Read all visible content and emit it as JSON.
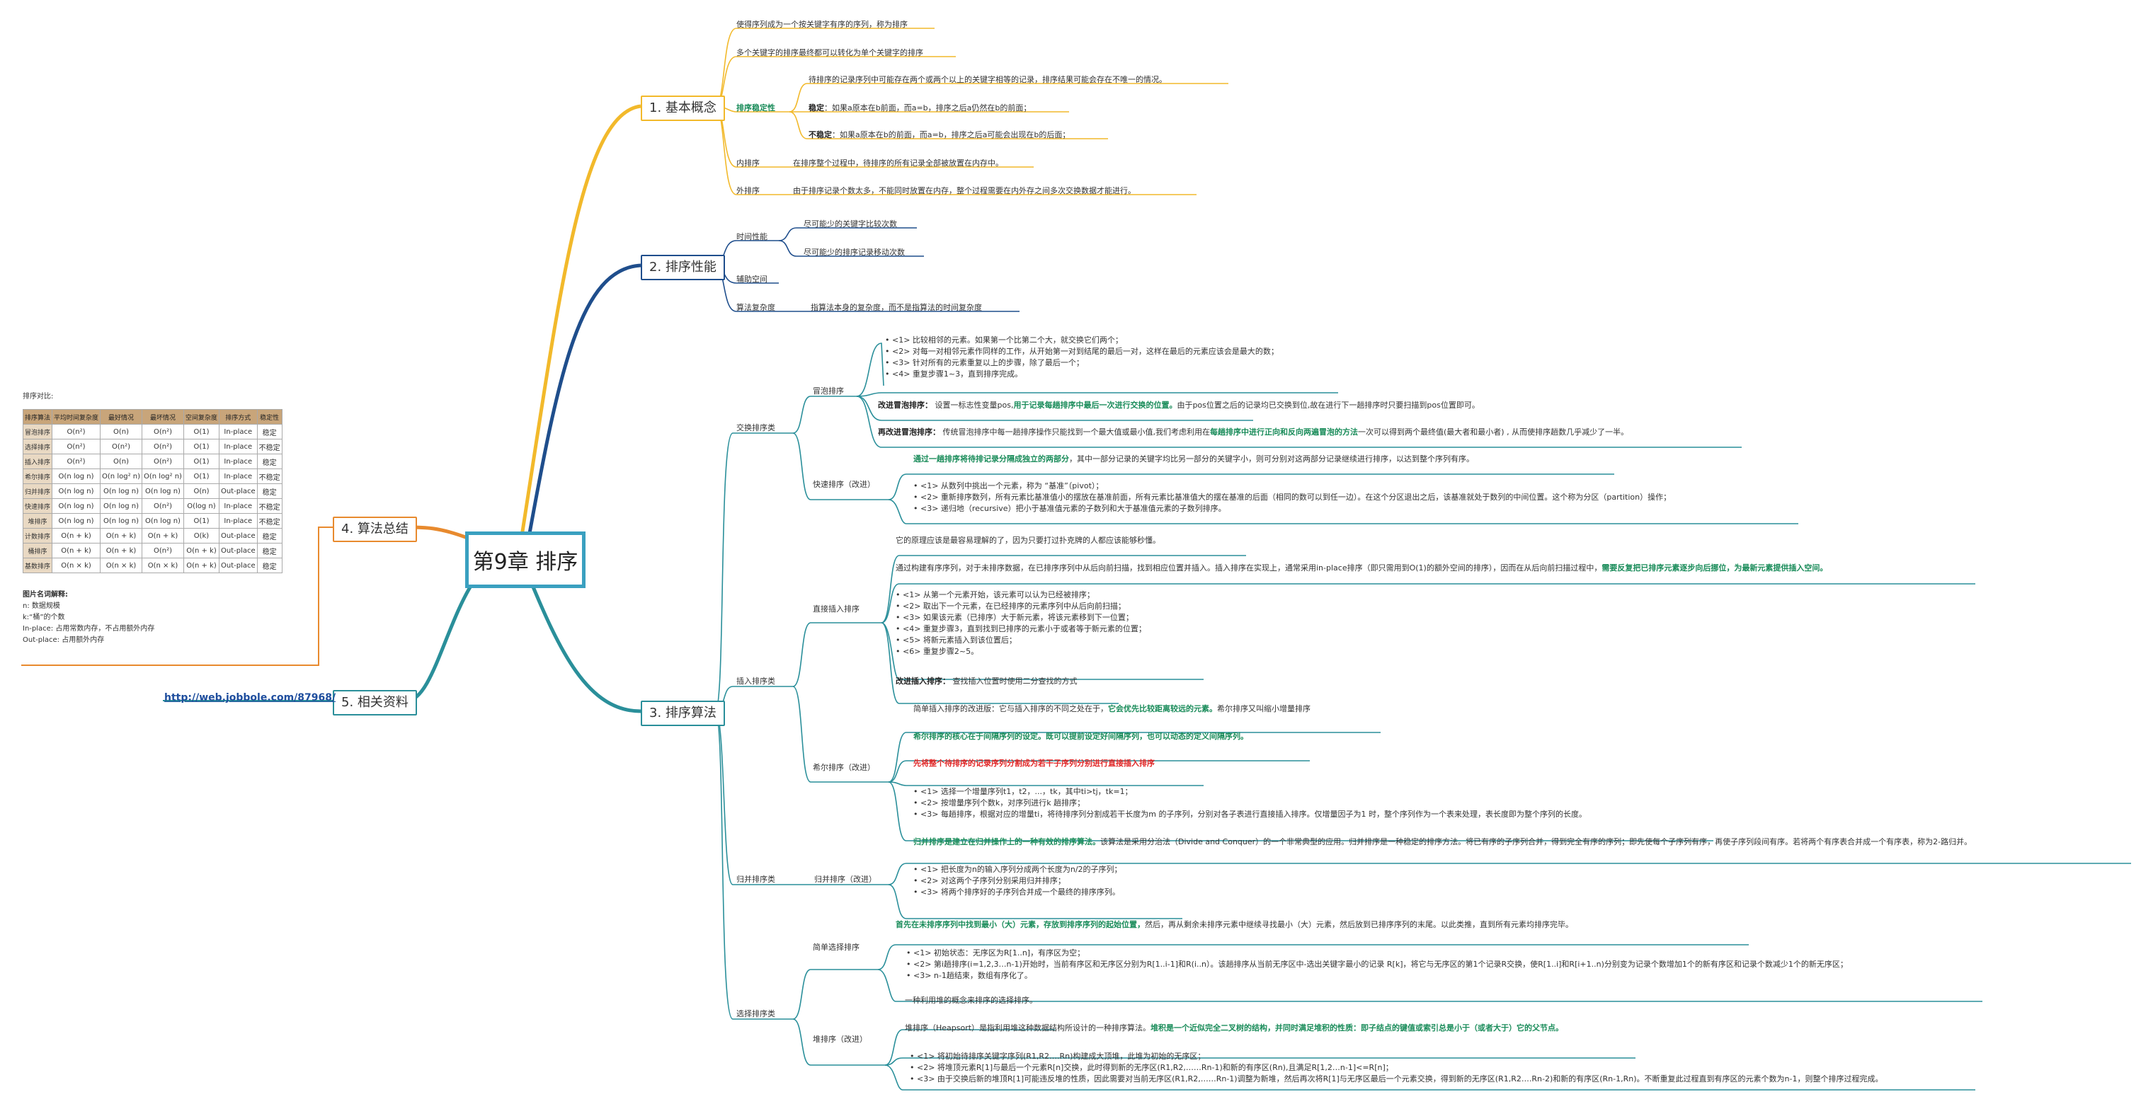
{
  "center": "第9章 排序",
  "branches": {
    "b1": "1. 基本概念",
    "b2": "2. 排序性能",
    "b3": "3. 排序算法",
    "b4": "4. 算法总结",
    "b5": "5. 相关资料"
  },
  "basic": {
    "def1": "使得序列成为一个按关键字有序的序列，称为排序",
    "def2": "多个关键字的排序最终都可以转化为单个关键字的排序",
    "stability_label": "排序稳定性",
    "stab1": "待排序的记录序列中可能存在两个或两个以上的关键字相等的记录，排序结果可能会存在不唯一的情况。",
    "stab2_b": "稳定",
    "stab2": "：如果a原本在b前面，而a=b，排序之后a仍然在b的前面；",
    "stab3_b": "不稳定",
    "stab3": "：如果a原本在b的前面，而a=b，排序之后a可能会出现在b的后面；",
    "internal_label": "内排序",
    "internal": "在排序整个过程中，待排序的所有记录全部被放置在内存中。",
    "external_label": "外排序",
    "external": "由于排序记录个数太多，不能同时放置在内存，整个过程需要在内外存之间多次交换数据才能进行。"
  },
  "perf": {
    "time_label": "时间性能",
    "time1": "尽可能少的关键字比较次数",
    "time2": "尽可能少的排序记录移动次数",
    "space_label": "辅助空间",
    "complex_label": "算法复杂度",
    "complex": "指算法本身的复杂度，而不是指算法的时间复杂度"
  },
  "algo": {
    "exchange_label": "交换排序类",
    "bubble_label": "冒泡排序",
    "bubble1": "• <1> 比较相邻的元素。如果第一个比第二个大，就交换它们两个；",
    "bubble2": "• <2> 对每一对相邻元素作同样的工作，从开始第一对到结尾的最后一对，这样在最后的元素应该会是最大的数；",
    "bubble3": "• <3> 针对所有的元素重复以上的步骤，除了最后一个；",
    "bubble4": "• <4> 重复步骤1~3，直到排序完成。",
    "bubble_imp1_b": "改进冒泡排序：",
    "bubble_imp1_a": "设置一标志性变量pos,",
    "bubble_imp1_g": "用于记录每趟排序中最后一次进行交换的位置。",
    "bubble_imp1_c": "由于pos位置之后的记录均已交换到位,故在进行下一趟排序时只要扫描到pos位置即可。",
    "bubble_imp2_b": "再改进冒泡排序：",
    "bubble_imp2_a": "传统冒泡排序中每一趟排序操作只能找到一个最大值或最小值,我们考虑利用在",
    "bubble_imp2_g": "每趟排序中进行正向和反向两遍冒泡的方法",
    "bubble_imp2_c": "一次可以得到两个最终值(最大者和最小者) , 从而使排序趟数几乎减少了一半。",
    "quick_label": "快速排序（改进）",
    "quick0_g": "通过一趟排序将待排记录分隔成独立的两部分",
    "quick0": "，其中一部分记录的关键字均比另一部分的关键字小，则可分别对这两部分记录继续进行排序，以达到整个序列有序。",
    "quick1": "• <1> 从数列中挑出一个元素，称为 “基准”（pivot）；",
    "quick2": "• <2> 重新排序数列，所有元素比基准值小的摆放在基准前面，所有元素比基准值大的摆在基准的后面（相同的数可以到任一边）。在这个分区退出之后，该基准就处于数列的中间位置。这个称为分区（partition）操作；",
    "quick3": "• <3> 递归地（recursive）把小于基准值元素的子数列和大于基准值元素的子数列排序。",
    "insert_label": "插入排序类",
    "direct_label": "直接插入排序",
    "direct0": "它的原理应该是最容易理解的了，因为只要打过扑克牌的人都应该能够秒懂。",
    "direct1": "通过构建有序序列，对于未排序数据，在已排序序列中从后向前扫描，找到相应位置并插入。插入排序在实现上，通常采用in-place排序（即只需用到O(1)的额外空间的排序），因而在从后向前扫描过程中，",
    "direct1_g": "需要反复把已排序元素逐步向后挪位，为最新元素提供插入空间。",
    "direct2": "• <1> 从第一个元素开始，该元素可以认为已经被排序；",
    "direct3": "• <2> 取出下一个元素，在已经排序的元素序列中从后向前扫描；",
    "direct4": "• <3> 如果该元素（已排序）大于新元素，将该元素移到下一位置；",
    "direct5": "• <4> 重复步骤3，直到找到已排序的元素小于或者等于新元素的位置；",
    "direct6": "• <5> 将新元素插入到该位置后；",
    "direct7": "• <6> 重复步骤2~5。",
    "direct_imp_b": "改进插入排序：",
    "direct_imp": "查找插入位置时使用二分查找的方式",
    "shell_label": "希尔排序（改进）",
    "shell0": "简单插入排序的改进版：它与插入排序的不同之处在于，",
    "shell0_g": "它会优先比较距离较远的元素。",
    "shell0_c": "希尔排序又叫缩小增量排序",
    "shell1_g": "希尔排序的核心在于间隔序列的设定。既可以提前设定好间隔序列，也可以动态的定义间隔序列。",
    "shell2_r": "先将整个待排序的记录序列分割成为若干子序列分别进行直接插入排序",
    "shell3": "• <1> 选择一个增量序列t1，t2，...，tk，其中ti>tj，tk=1；",
    "shell4": "• <2> 按增量序列个数k，对序列进行k 趟排序；",
    "shell5": "• <3> 每趟排序，根据对应的增量ti，将待排序列分割成若干长度为m 的子序列，分别对各子表进行直接插入排序。仅增量因子为1 时，整个序列作为一个表来处理，表长度即为整个序列的长度。",
    "merge_label": "归并排序类",
    "merge_sub": "归并排序（改进）",
    "merge0_g": "归并排序是建立在归并操作上的一种有效的排序算法。",
    "merge0": "该算法是采用分治法（Divide and Conquer）的一个非常典型的应用。归并排序是一种稳定的排序方法。将已有序的子序列合并，得到完全有序的序列；即先使每个子序列有序，再使子序列段间有序。若将两个有序表合并成一个有序表，称为2-路归并。",
    "merge1": "• <1> 把长度为n的输入序列分成两个长度为n/2的子序列；",
    "merge2": "• <2> 对这两个子序列分别采用归并排序；",
    "merge3": "• <3> 将两个排序好的子序列合并成一个最终的排序序列。",
    "select_label": "选择排序类",
    "simple_label": "简单选择排序",
    "simple0_g": "首先在未排序序列中找到最小（大）元素，存放到排序序列的起始位置，",
    "simple0": "然后，再从剩余未排序元素中继续寻找最小（大）元素，然后放到已排序序列的末尾。以此类推，直到所有元素均排序完毕。",
    "simple1": "• <1> 初始状态：无序区为R[1..n]，有序区为空；",
    "simple2": "• <2> 第i趟排序(i=1,2,3…n-1)开始时，当前有序区和无序区分别为R[1..i-1]和R(i..n）。该趟排序从当前无序区中-选出关键字最小的记录 R[k]，将它与无序区的第1个记录R交换，使R[1..i]和R[i+1..n)分别变为记录个数增加1个的新有序区和记录个数减少1个的新无序区；",
    "simple3": "• <3> n-1趟结束，数组有序化了。",
    "heap_label": "堆排序（改进）",
    "heap0": "一种利用堆的概念来排序的选择排序。",
    "heap1": "堆排序（Heapsort）是指利用堆这种数据结构所设计的一种排序算法。",
    "heap1_g": "堆积是一个近似完全二叉树的结构，并同时满足堆积的性质：即子结点的键值或索引总是小于（或者大于）它的父节点。",
    "heap2": "• <1> 将初始待排序关键字序列(R1,R2….Rn)构建成大顶堆，此堆为初始的无序区；",
    "heap3": "• <2> 将堆顶元素R[1]与最后一个元素R[n]交换，此时得到新的无序区(R1,R2,……Rn-1)和新的有序区(Rn),且满足R[1,2…n-1]<=R[n]；",
    "heap4": "• <3> 由于交换后新的堆顶R[1]可能违反堆的性质，因此需要对当前无序区(R1,R2,……Rn-1)调整为新堆，然后再次将R[1]与无序区最后一个元素交换，得到新的无序区(R1,R2….Rn-2)和新的有序区(Rn-1,Rn)。不断重复此过程直到有序区的元素个数为n-1，则整个排序过程完成。"
  },
  "summary": {
    "title": "排序对比:",
    "headers": [
      "排序算法",
      "平均时间复杂度",
      "最好情况",
      "最坏情况",
      "空间复杂度",
      "排序方式",
      "稳定性"
    ],
    "rows": [
      [
        "冒泡排序",
        "O(n²)",
        "O(n)",
        "O(n²)",
        "O(1)",
        "In-place",
        "稳定"
      ],
      [
        "选择排序",
        "O(n²)",
        "O(n²)",
        "O(n²)",
        "O(1)",
        "In-place",
        "不稳定"
      ],
      [
        "插入排序",
        "O(n²)",
        "O(n)",
        "O(n²)",
        "O(1)",
        "In-place",
        "稳定"
      ],
      [
        "希尔排序",
        "O(n log n)",
        "O(n log² n)",
        "O(n log² n)",
        "O(1)",
        "In-place",
        "不稳定"
      ],
      [
        "归并排序",
        "O(n log n)",
        "O(n log n)",
        "O(n log n)",
        "O(n)",
        "Out-place",
        "稳定"
      ],
      [
        "快速排序",
        "O(n log n)",
        "O(n log n)",
        "O(n²)",
        "O(log n)",
        "In-place",
        "不稳定"
      ],
      [
        "堆排序",
        "O(n log n)",
        "O(n log n)",
        "O(n log n)",
        "O(1)",
        "In-place",
        "不稳定"
      ],
      [
        "计数排序",
        "O(n + k)",
        "O(n + k)",
        "O(n + k)",
        "O(k)",
        "Out-place",
        "稳定"
      ],
      [
        "桶排序",
        "O(n + k)",
        "O(n + k)",
        "O(n²)",
        "O(n + k)",
        "Out-place",
        "稳定"
      ],
      [
        "基数排序",
        "O(n × k)",
        "O(n × k)",
        "O(n × k)",
        "O(n + k)",
        "Out-place",
        "稳定"
      ]
    ],
    "legend_title": "图片名词解释:",
    "legend1": "n: 数据规模",
    "legend2": "k:“桶”的个数",
    "legend3": "In-place: 占用常数内存，不占用额外内存",
    "legend4": "Out-place: 占用额外内存"
  },
  "resources": {
    "link": "http://web.jobbole.com/87968/"
  },
  "colors": {
    "b1": "#f2b92b",
    "b2": "#1f4e8c",
    "b3": "#2a8f9a",
    "b4": "#e88a2e",
    "b5": "#2a8f9a",
    "center": "#3aa0c0"
  }
}
